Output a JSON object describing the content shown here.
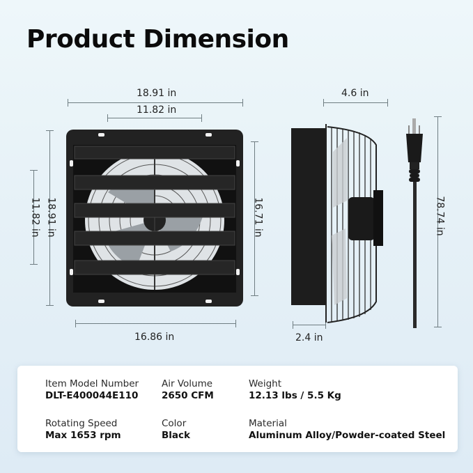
{
  "title": "Product Dimension",
  "front_view": {
    "width_outer": "18.91 in",
    "width_inner": "11.82 in",
    "height_outer": "18.91 in",
    "height_inner": "11.82 in",
    "height_right": "16.71 in",
    "width_bottom": "16.86 in"
  },
  "side_view": {
    "depth_total": "4.6 in",
    "depth_frame": "2.4 in",
    "cord_length": "78.74 in"
  },
  "specs": [
    {
      "label": "Item Model Number",
      "value": "DLT-E400044E110"
    },
    {
      "label": "Air Volume",
      "value": "2650 CFM"
    },
    {
      "label": "Weight",
      "value": "12.13 lbs / 5.5 Kg"
    },
    {
      "label": "Rotating Speed",
      "value": "Max 1653 rpm"
    },
    {
      "label": "Color",
      "value": "Black"
    },
    {
      "label": "Material",
      "value": "Aluminum Alloy/Powder-coated Steel"
    }
  ],
  "colors": {
    "background": "#e6f1f7",
    "fan_body": "#1f1f1f",
    "dimension_line": "#6f7d82",
    "card": "#ffffff"
  }
}
